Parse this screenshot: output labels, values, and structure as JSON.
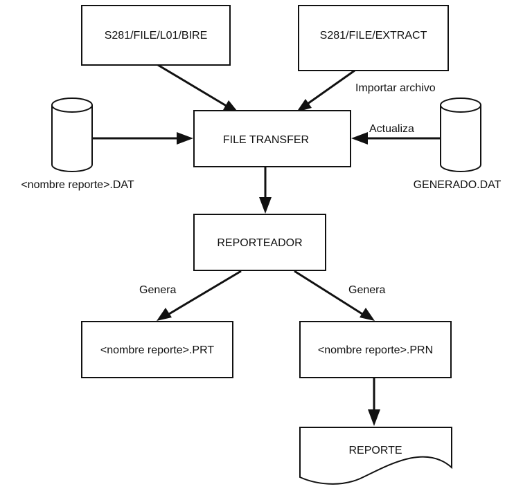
{
  "nodes": {
    "source_bire": "S281/FILE/L01/BIRE",
    "source_extract": "S281/FILE/EXTRACT",
    "file_transfer": "FILE TRANSFER",
    "reporteador": "REPORTEADOR",
    "output_prt": "<nombre reporte>.PRT",
    "output_prn": "<nombre reporte>.PRN",
    "reporte": "REPORTE"
  },
  "databases": {
    "input_dat": "<nombre reporte>.DAT",
    "generado_dat": "GENERADO.DAT"
  },
  "edge_labels": {
    "importar": "Importar archivo",
    "actualiza": "Actualiza",
    "genera_left": "Genera",
    "genera_right": "Genera"
  },
  "colors": {
    "ink": "#111111",
    "background": "#ffffff"
  }
}
